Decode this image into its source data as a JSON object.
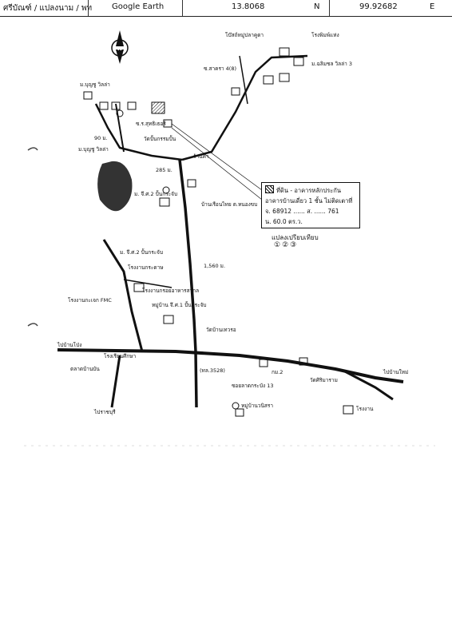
{
  "header": {
    "col1": "ศรีบัณฑ์ / แปลงนาม / พท",
    "col2": "Google Earth",
    "col3": "13.8068",
    "col4": "N",
    "col5": "99.92682",
    "col6": "E"
  },
  "compass": {
    "letter": "N"
  },
  "labels": {
    "temple_top": "โบ๊สถ์หมู่ปลาคูดา",
    "soi_right": "โรงพิมพ์แห่ง",
    "village_a": "ม.บุญชู วิลล่า",
    "village_b": "ม.ฉลิมชล วิลล่า 3",
    "soi_a": "ซ.สาครา 4(8)",
    "road_a": "ซ.ร.สุทธิเธอร์",
    "dist_90": "90 ม.",
    "dist_285": "285 ม.",
    "dist_1560": "1,560 ม.",
    "village_c": "ม.บุญชู วิลล่า",
    "temple_b": "วัดปั้นกรรมปั้น",
    "shop_a": "ร้านค้า",
    "village_d": "ม. จึ.ศ.2 ปั้นกระจับ",
    "house_a": "บ้านเรือนไทย ต.หนองขบ",
    "village_e": "ม. จึ.ศ.2 ปั้นกระจับ",
    "factory_a": "โรงงานกระดาษ",
    "factory_b": "โรงงานกรอยอาหารสากล",
    "factory_fmc": "โรงงานกะเจก FMC",
    "village_f": "หมู่บ้าน จึ.ศ.1 ปั้นกระจับ",
    "temple_c": "วัดบ้านเทวรอ",
    "school": "โรงเรียนศึกษา",
    "road_3528": "(ทล.3528)",
    "soi_13": "ซอยลาดกระบัง 13",
    "km2": "กม.2",
    "temple_d": "วัดศิริมาราม",
    "market": "ตลาดบ้านบัน",
    "village_g": "หมู่บ้านวนิสรา",
    "factory_c": "โรงงาน",
    "to_left": "ไปบ้านโป่ง",
    "to_bottom": "ไปราชบุรี",
    "to_right": "ไปบ้านใหม่"
  },
  "legend": {
    "title": "ที่ดิน - อาคารหลักประกัน",
    "line2": "อาคารบ้านเดี่ยว 1 ชั้น ไม่ติดเตาที่",
    "deed_prefix": "จ.",
    "deed_no": "68912",
    "parcel_prefix": "ส.",
    "parcel_no": "761",
    "area_prefix": "น.",
    "area_value": "60.0 ตร.ว."
  },
  "scale": {
    "title": "แปลงเปรียบเทียบ",
    "markers": "①②③"
  },
  "colors": {
    "ink": "#111111",
    "paper": "#ffffff"
  }
}
